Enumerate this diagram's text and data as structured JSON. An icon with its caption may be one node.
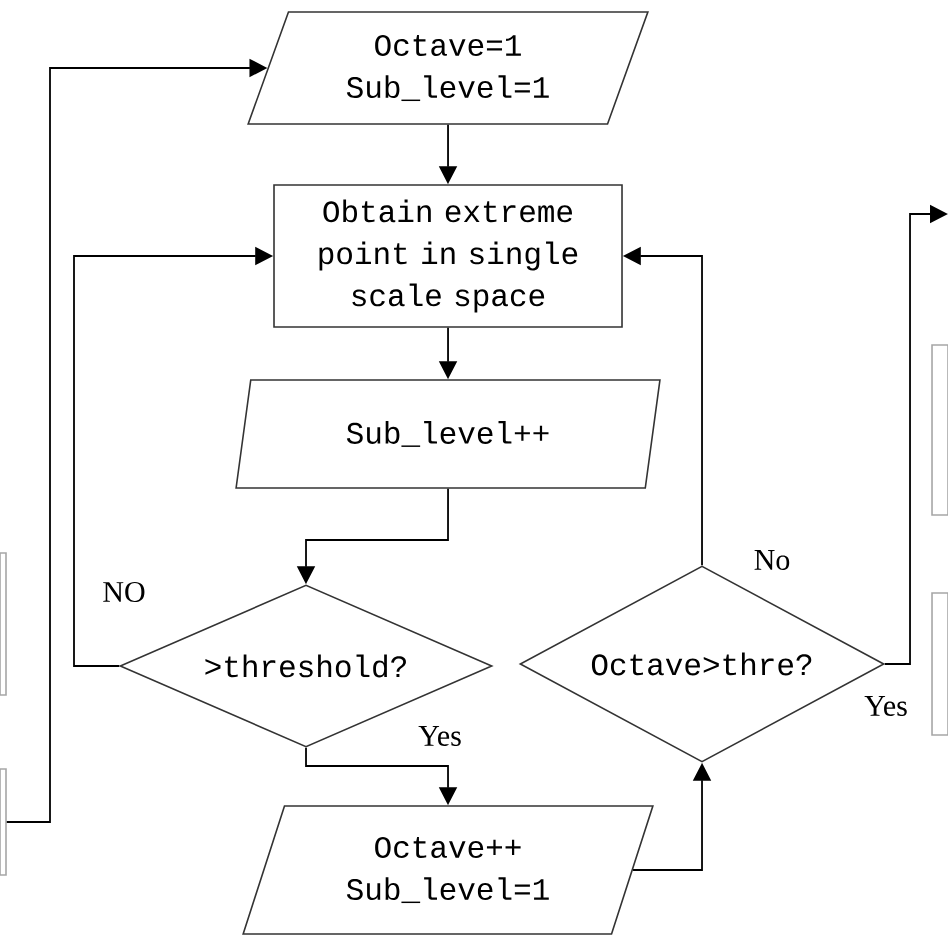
{
  "diagram": {
    "nodes": [
      {
        "text": [
          "Octave=1 Sub_level=1"
        ]
      },
      {
        "text": [
          "Obtain extreme point in single scale space"
        ]
      },
      {
        "text": [
          "Sub_level++"
        ]
      },
      {
        "text": [
          ">threshold?"
        ]
      },
      {
        "text": [
          "Octave>thre?"
        ]
      },
      {
        "text": [
          "Octave++ Sub_level=1"
        ]
      },
      {
        "text": [],
        "shape": "box"
      },
      {
        "text": [],
        "shape": "box"
      },
      {
        "text": [],
        "shape": "box"
      },
      {
        "text": [],
        "shape": "box"
      }
    ],
    "edges": [
      {
        "from": 0,
        "to": 1,
        "arrow": "to"
      },
      {
        "from": 1,
        "to": 2,
        "arrow": "to"
      },
      {
        "from": 2,
        "to": 3,
        "arrow": "to"
      },
      {
        "from": 3,
        "to": 1,
        "arrow": "to",
        "label": "NO"
      },
      {
        "from": 3,
        "to": 5,
        "arrow": "to",
        "label": "Yes"
      },
      {
        "from": 5,
        "to": 4,
        "arrow": "to"
      },
      {
        "from": 4,
        "to": 1,
        "arrow": "to",
        "label": "No"
      },
      {
        "from": 4,
        "to": null,
        "arrow": "to",
        "label": "Yes"
      },
      {
        "from": 7,
        "to": 0,
        "arrow": "to"
      }
    ]
  }
}
